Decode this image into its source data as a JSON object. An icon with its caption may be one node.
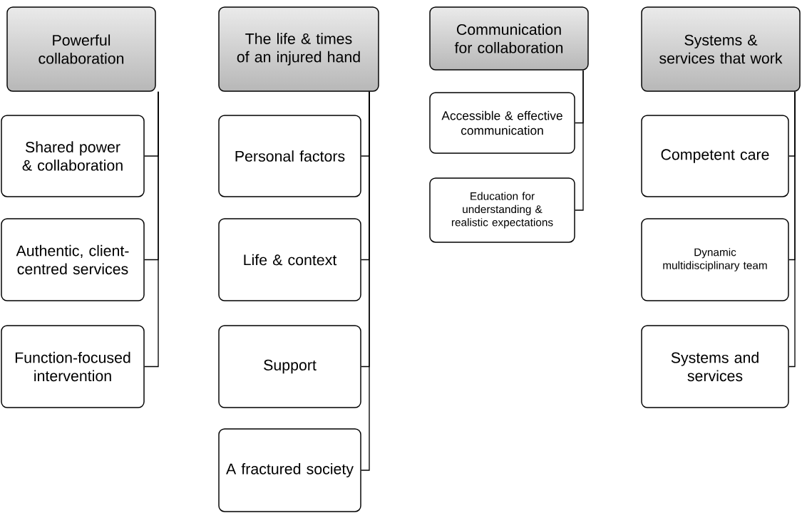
{
  "diagram": {
    "nodes": [
      {
        "text": [
          "Powerful collaboration"
        ]
      },
      {
        "text": [
          "Shared power & collaboration"
        ]
      },
      {
        "text": [
          "Authentic, client-centred services"
        ]
      },
      {
        "text": [
          "Function-focused intervention"
        ]
      },
      {
        "text": [
          "The life & times of an injured hand"
        ]
      },
      {
        "text": [
          "Personal factors"
        ]
      },
      {
        "text": [
          "Life & context"
        ]
      },
      {
        "text": [
          "Support"
        ]
      },
      {
        "text": [
          "A fractured society"
        ]
      },
      {
        "text": [
          "Communication for collaboration"
        ]
      },
      {
        "text": [
          "Accessible & effective communication"
        ]
      },
      {
        "text": [
          "Education for understanding & realistic expectations"
        ]
      },
      {
        "text": [
          "Systems & services that work"
        ]
      },
      {
        "text": [
          "Competent care"
        ]
      },
      {
        "text": [
          "Dynamic multidisciplinary team"
        ]
      },
      {
        "text": [
          "Systems and services"
        ]
      }
    ],
    "edges": [
      {
        "from": 0,
        "to": 1,
        "arrow": "none"
      },
      {
        "from": 0,
        "to": 2,
        "arrow": "none"
      },
      {
        "from": 0,
        "to": 3,
        "arrow": "none"
      },
      {
        "from": 4,
        "to": 5,
        "arrow": "none"
      },
      {
        "from": 4,
        "to": 6,
        "arrow": "none"
      },
      {
        "from": 4,
        "to": 7,
        "arrow": "none"
      },
      {
        "from": 4,
        "to": 8,
        "arrow": "none"
      },
      {
        "from": 9,
        "to": 10,
        "arrow": "none"
      },
      {
        "from": 9,
        "to": 11,
        "arrow": "none"
      },
      {
        "from": 12,
        "to": 13,
        "arrow": "none"
      },
      {
        "from": 12,
        "to": 14,
        "arrow": "none"
      },
      {
        "from": 12,
        "to": 15,
        "arrow": "none"
      }
    ]
  }
}
